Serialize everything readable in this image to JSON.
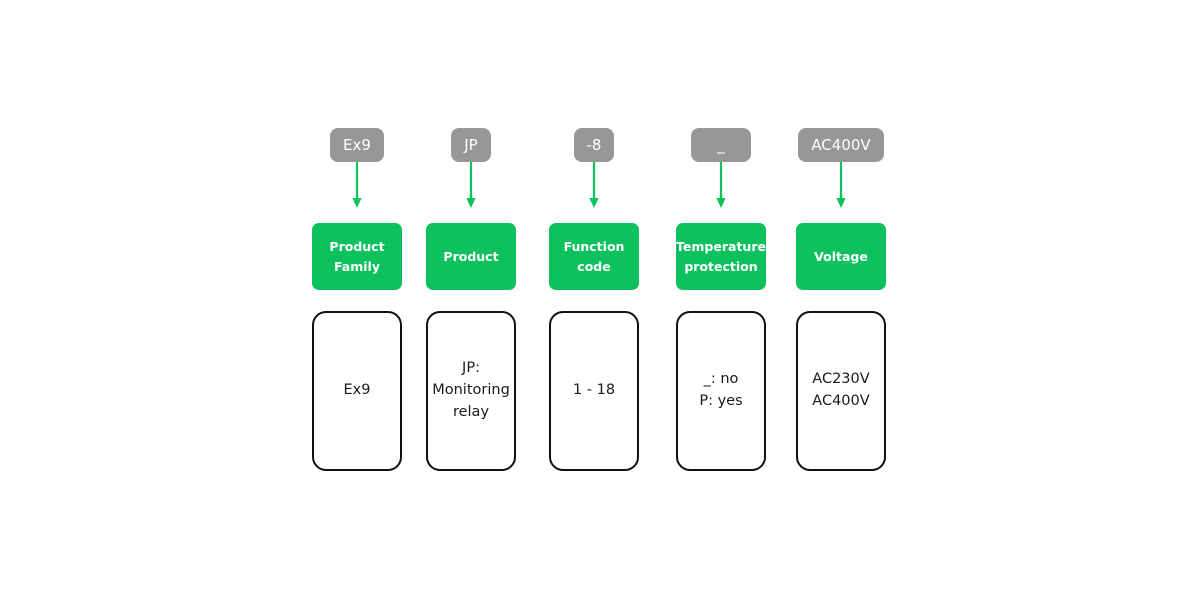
{
  "diagram": {
    "type": "product-ordering-code-breakdown",
    "background_color": "#ffffff",
    "chip_color": "#979797",
    "chip_text_color": "#ffffff",
    "label_color": "#0ec15f",
    "label_text_color": "#ffffff",
    "arrow_color": "#0ec15f",
    "desc_border_color": "#111111",
    "desc_text_color": "#1a1a1a",
    "columns": [
      {
        "code": "Ex9",
        "label": "Product Family",
        "label_line1": "Product",
        "label_line2": "Family",
        "description": "Ex9",
        "description_line1": "Ex9",
        "description_line2": "",
        "description_line3": ""
      },
      {
        "code": "JP",
        "label": "Product",
        "label_line1": "Product",
        "label_line2": "",
        "description": "JP: Monitoring relay",
        "description_line1": "JP:",
        "description_line2": "Monitoring",
        "description_line3": "relay"
      },
      {
        "code": "-8",
        "label": "Function code",
        "label_line1": "Function",
        "label_line2": "code",
        "description": "1 - 18",
        "description_line1": "1 - 18",
        "description_line2": "",
        "description_line3": ""
      },
      {
        "code": "_",
        "label": "Temperature protection",
        "label_line1": "Temperature",
        "label_line2": "protection",
        "description": "_: no / P: yes",
        "description_line1": "_: no",
        "description_line2": "P: yes",
        "description_line3": ""
      },
      {
        "code": "AC400V",
        "label": "Voltage",
        "label_line1": "Voltage",
        "label_line2": "",
        "description": "AC230V / AC400V",
        "description_line1": "AC230V",
        "description_line2": "AC400V",
        "description_line3": ""
      }
    ]
  }
}
